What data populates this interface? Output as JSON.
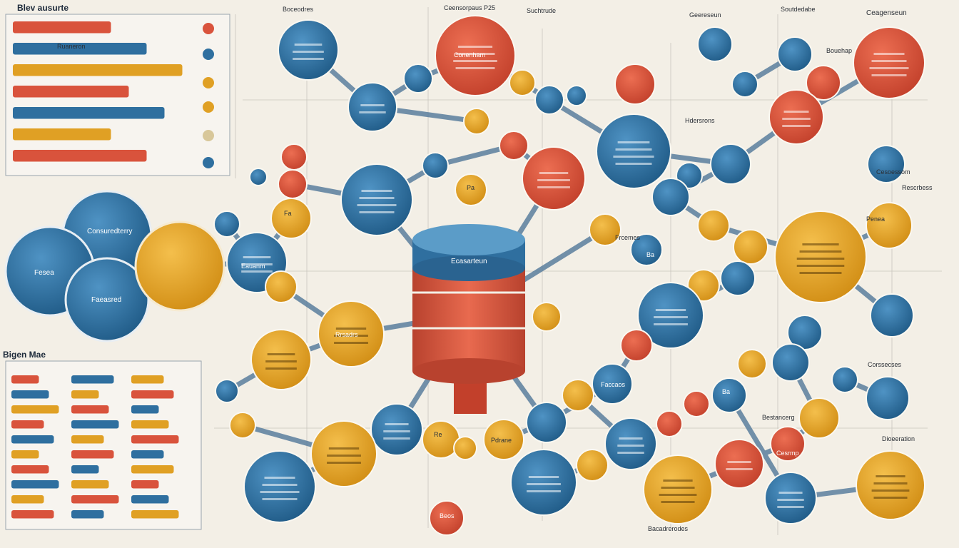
{
  "theme": {
    "blue": "#2f6f9f",
    "orange": "#e0a024",
    "red": "#d9533c",
    "line": "#5b7f9e",
    "background": "#f3efe6"
  },
  "top_left_panel": {
    "title": "Blev ausurte"
  },
  "bottom_left_panel": {
    "title": "Bigen Mae"
  },
  "venn": {
    "top_label": "Consuredterry",
    "left_label": "Fesea",
    "bottom_label": "Faeasred"
  },
  "hub": {
    "label": "Ecasarteun"
  },
  "header_labels": [
    {
      "id": "tl1",
      "text": "Boceodres"
    },
    {
      "id": "tl2",
      "text": "Ceensorpaus P25"
    },
    {
      "id": "tl3",
      "text": "Suchtrude"
    },
    {
      "id": "tl4",
      "text": "Soutdedabe"
    },
    {
      "id": "tl5",
      "text": "Geereseun"
    }
  ],
  "node_labels": {
    "n1": "Conenham",
    "n2": "Rrsadrs",
    "n3": "Fa",
    "n4": "Eauanm",
    "n5": "Pa",
    "n6": "Frcemes",
    "n7": "Beos",
    "n8": "Ba",
    "n9": "Re",
    "n10": "Pdrane",
    "n11": "Ba",
    "n12": "Cesrmp",
    "n13": "Faccaos",
    "n14": "Penea"
  },
  "side_labels": [
    {
      "id": "s1",
      "text": "Ceagenseun"
    },
    {
      "id": "s2",
      "text": "Bouehap"
    },
    {
      "id": "s3",
      "text": "Hdersrons"
    },
    {
      "id": "s4",
      "text": "Rescrbess"
    },
    {
      "id": "s5",
      "text": "Dioeeration"
    },
    {
      "id": "s6",
      "text": "Corssecses"
    },
    {
      "id": "s7",
      "text": "Bacadrerodes"
    },
    {
      "id": "s8",
      "text": "Cesoessom"
    },
    {
      "id": "s9",
      "text": "Bestancerg"
    },
    {
      "id": "s10",
      "text": "Ruaneron"
    }
  ]
}
